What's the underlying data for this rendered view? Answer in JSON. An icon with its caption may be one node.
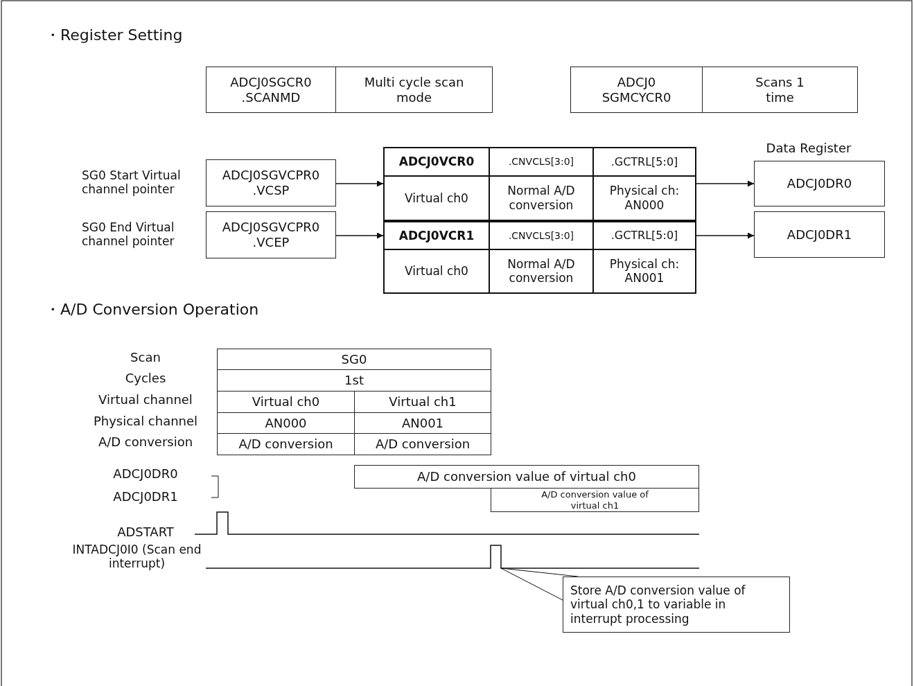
{
  "diagram": {
    "nodes": [
      {
        "text": [
          "ADCJ0SGCR0 .SCANMD"
        ]
      },
      {
        "text": [
          "Multi cycle scan mode"
        ]
      },
      {
        "text": [
          "ADCJ0 SGMCYCR0"
        ]
      },
      {
        "text": [
          "Scans 1 time"
        ]
      },
      {
        "text": [
          "ADCJ0SGVCPR0 .VCSP"
        ],
        "beside": [
          "SG0 Start Virtual channel pointer"
        ]
      },
      {
        "text": [
          "ADCJ0SGVCPR0 .VCEP"
        ],
        "beside": [
          "SG0 End Virtual channel pointer"
        ]
      },
      {
        "text": [
          "ADCJ0VCR0",
          ".CNVCLS[3:0]",
          ".GCTRL[5:0]",
          "Virtual ch0",
          "Normal A/D conversion",
          "Physical ch: AN000"
        ]
      },
      {
        "text": [
          "ADCJ0VCR1",
          ".CNVCLS[3:0]",
          ".GCTRL[5:0]",
          "Virtual ch0",
          "Normal A/D conversion",
          "Physical ch: AN001"
        ]
      },
      {
        "text": [
          "ADCJ0DR0"
        ],
        "beside": [
          "Data Register"
        ]
      },
      {
        "text": [
          "ADCJ0DR1"
        ]
      },
      {
        "text": [
          "SG0"
        ]
      },
      {
        "text": [
          "1st"
        ]
      },
      {
        "text": [
          "Virtual ch0"
        ]
      },
      {
        "text": [
          "Virtual ch1"
        ]
      },
      {
        "text": [
          "AN000"
        ]
      },
      {
        "text": [
          "AN001"
        ]
      },
      {
        "text": [
          "A/D conversion"
        ]
      },
      {
        "text": [
          "A/D conversion"
        ]
      },
      {
        "text": [
          "A/D conversion value of virtual ch0"
        ]
      },
      {
        "text": [
          "A/D conversion value of virtual ch1"
        ]
      },
      {
        "text": [
          "Store A/D conversion value of virtual ch0,1 to variable in interrupt processing"
        ]
      }
    ],
    "edges": [
      {
        "from": 4,
        "to": 6,
        "arrow": "to"
      },
      {
        "from": 5,
        "to": 7,
        "arrow": "to"
      },
      {
        "from": 6,
        "to": 8,
        "arrow": "to"
      },
      {
        "from": 7,
        "to": 9,
        "arrow": "to"
      },
      {
        "from": 20,
        "to": null,
        "arrow": "none"
      }
    ],
    "labels": [
      "・Register Setting",
      "・A/D Conversion Operation",
      "Scan",
      "Cycles",
      "Virtual channel",
      "Physical channel",
      "A/D conversion",
      "ADCJ0DR0",
      "ADCJ0DR1",
      "ADSTART",
      "INTADCJ0I0 (Scan end interrupt)"
    ]
  }
}
